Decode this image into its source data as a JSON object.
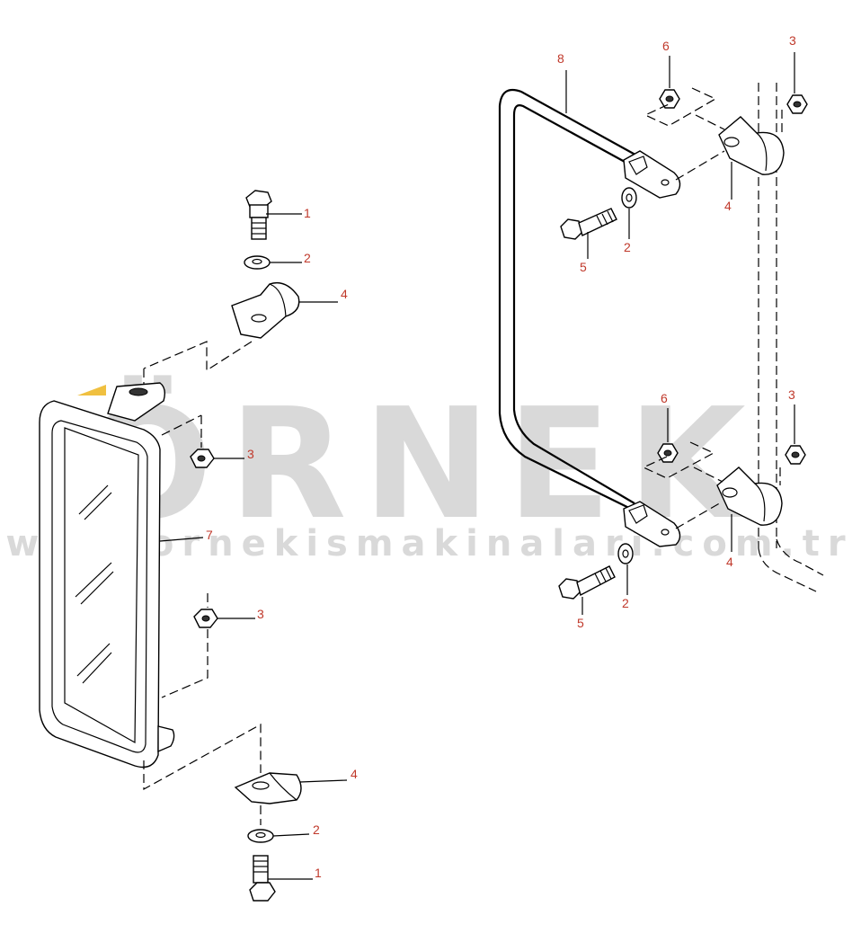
{
  "watermark": {
    "brand": "ÖRNEK",
    "url": "www.ornekismakinalari.com.tr"
  },
  "callouts": {
    "left_bolt_top": "1",
    "left_washer_top": "2",
    "left_bracket_top": "4",
    "left_nut_upper": "3",
    "left_mirror": "7",
    "left_nut_lower": "3",
    "left_bracket_bottom": "4",
    "left_washer_bottom": "2",
    "left_bolt_bottom": "1",
    "right_frame": "8",
    "right_nut_top_6": "6",
    "right_nut_top_3": "3",
    "right_clamp_top": "4",
    "right_washer_top": "2",
    "right_bolt_top": "5",
    "right_nut_mid_6": "6",
    "right_nut_mid_3": "3",
    "right_clamp_bottom": "4",
    "right_washer_bottom": "2",
    "right_bolt_bottom": "5"
  },
  "colors": {
    "callout": "#c0392b",
    "watermark": "#d9d9d9",
    "accent_arrow": "#f0c040"
  }
}
